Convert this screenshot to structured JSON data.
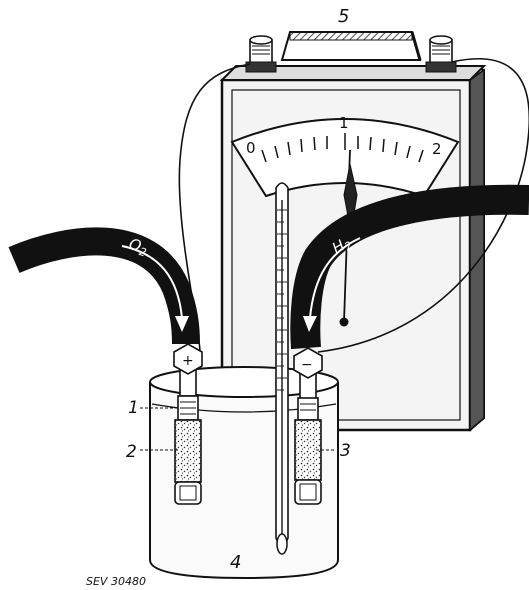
{
  "labels": {
    "l1": "1",
    "l2": "2",
    "l3": "3",
    "l4": "4",
    "l5": "5"
  },
  "meter": {
    "scale_0": "0",
    "scale_1": "1",
    "scale_2": "2"
  },
  "gases": {
    "left": "O",
    "left_sub": "2",
    "right": "H",
    "right_sub": "2"
  },
  "polarity": {
    "left": "+",
    "right": "−"
  },
  "caption": "SEV 30480"
}
